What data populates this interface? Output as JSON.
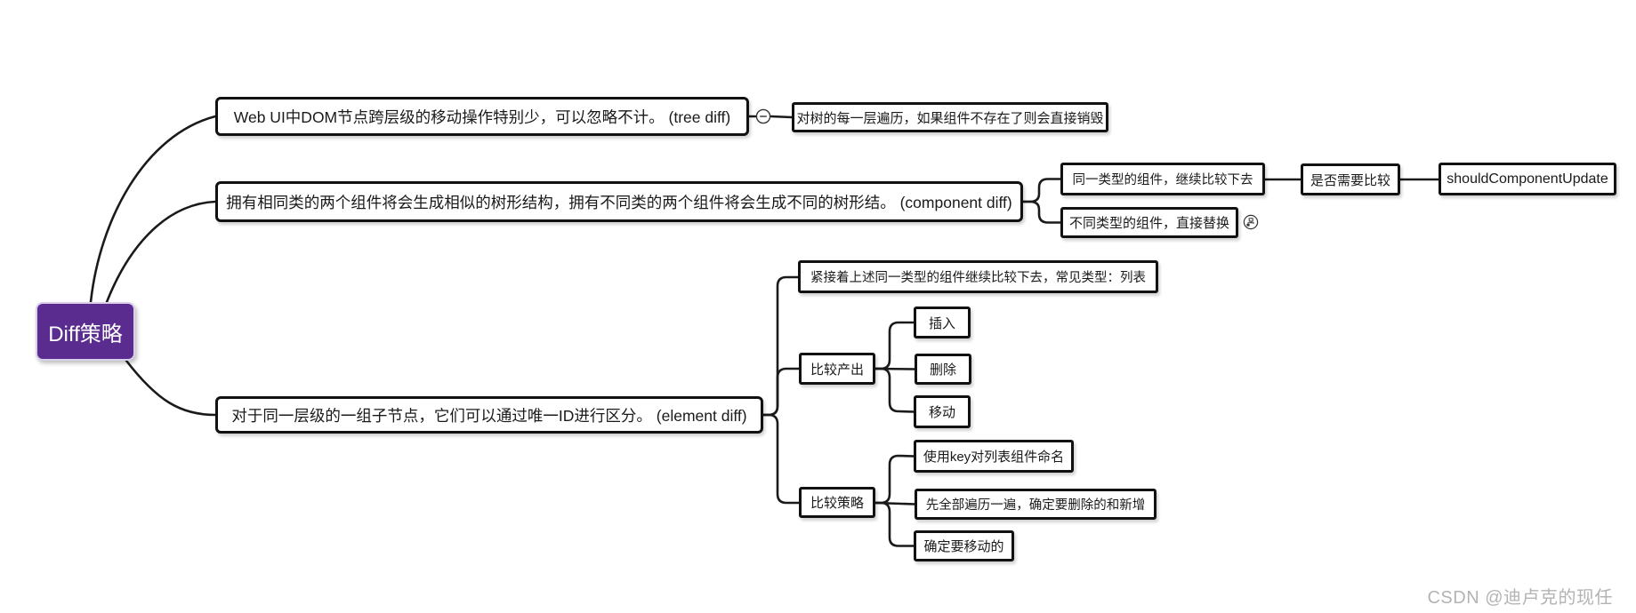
{
  "root": {
    "label": "Diff策略"
  },
  "watermark": "CSDN @迪卢克的现任",
  "colors": {
    "root_bg": "#5b2c90",
    "root_text": "#ffffff",
    "node_bg": "#ffffff",
    "node_border": "#111111",
    "line": "#1a1a1a",
    "watermark": "#b3b3b3"
  },
  "icons": {
    "collapse": "minus-circle",
    "structure_badge": "sitemap-circle"
  },
  "branches": [
    {
      "id": "tree-diff",
      "label": "Web UI中DOM节点跨层级的移动操作特别少，可以忽略不计。 (tree diff)",
      "children": [
        {
          "label": "对树的每一层遍历，如果组件不存在了则会直接销毁"
        }
      ]
    },
    {
      "id": "component-diff",
      "label": "拥有相同类的两个组件将会生成相似的树形结构，拥有不同类的两个组件将会生成不同的树形结。 (component diff)",
      "children": [
        {
          "label": "同一类型的组件，继续比较下去",
          "children": [
            {
              "label": "是否需要比较",
              "children": [
                {
                  "label": "shouldComponentUpdate"
                }
              ]
            }
          ]
        },
        {
          "label": "不同类型的组件，直接替换"
        }
      ]
    },
    {
      "id": "element-diff",
      "label": "对于同一层级的一组子节点，它们可以通过唯一ID进行区分。 (element diff)",
      "children": [
        {
          "label": "紧接着上述同一类型的组件继续比较下去，常见类型：列表"
        },
        {
          "label": "比较产出",
          "children": [
            {
              "label": "插入"
            },
            {
              "label": "删除"
            },
            {
              "label": "移动"
            }
          ]
        },
        {
          "label": "比较策略",
          "children": [
            {
              "label": "使用key对列表组件命名"
            },
            {
              "label": "先全部遍历一遍，确定要删除的和新增"
            },
            {
              "label": "确定要移动的"
            }
          ]
        }
      ]
    }
  ]
}
